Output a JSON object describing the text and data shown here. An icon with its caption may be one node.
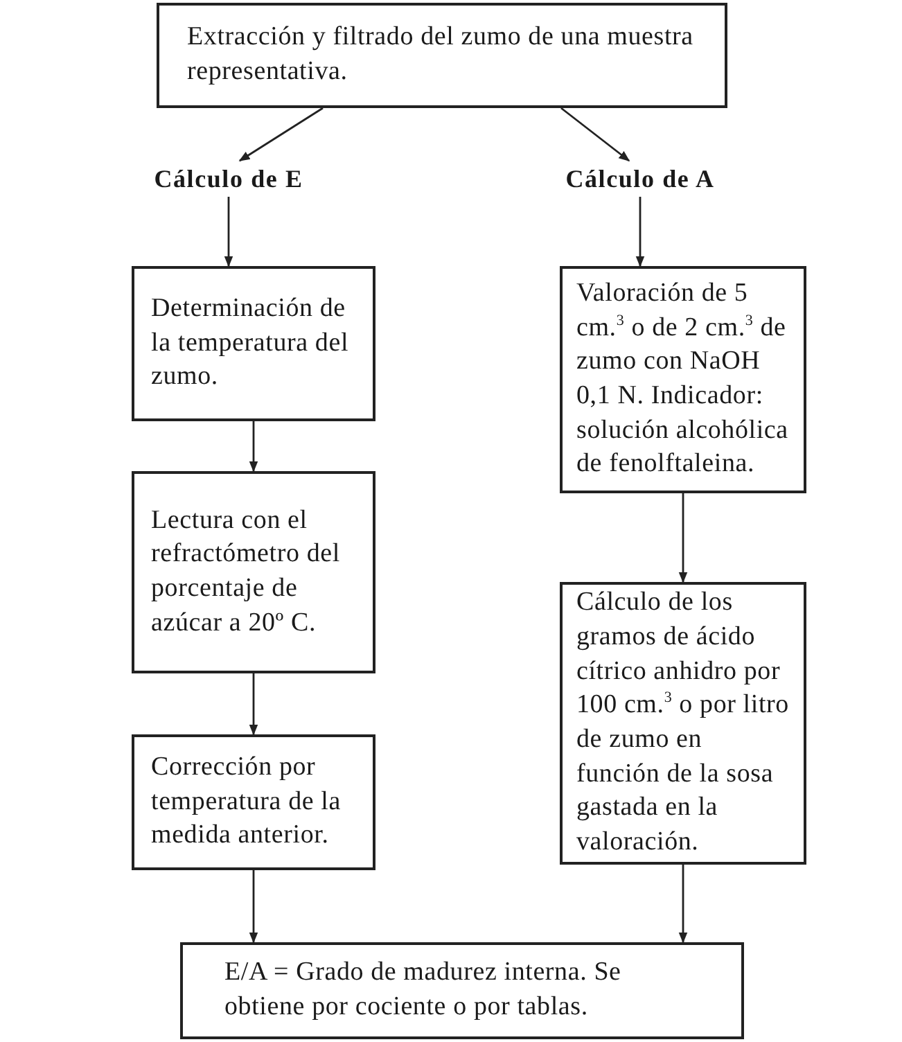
{
  "diagram": {
    "nodes": [
      {
        "text": [
          "Extracción y filtrado del zumo de una muestra representativa."
        ]
      },
      {
        "text": [
          "Cálculo de E"
        ]
      },
      {
        "text": [
          "Cálculo de A"
        ]
      },
      {
        "text": [
          "Determinación de la temperatura del zumo."
        ]
      },
      {
        "text": [
          "Lectura con el refractómetro del porcentaje de azúcar a 20º C."
        ]
      },
      {
        "text": [
          "Corrección por temperatura de la medida anterior."
        ]
      },
      {
        "text": [
          "Valoración de 5 cm.$^{3}$ o de 2 cm.$^{3}$ de zumo con NaOH 0,1 N. Indicador: solución alcohólica de fenolftaleina."
        ]
      },
      {
        "text": [
          "Cálculo de los gramos de ácido cítrico anhidro por 100 cm.$^{3}$ o por litro de zumo en función de la sosa gastada en la valoración."
        ]
      },
      {
        "text": [
          "E/A = Grado de madurez interna. Se obtiene por cociente o por tablas."
        ]
      }
    ],
    "edges": [
      {
        "from": 0,
        "to": 1,
        "arrow": "to"
      },
      {
        "from": 0,
        "to": 2,
        "arrow": "to"
      },
      {
        "from": 1,
        "to": 3,
        "arrow": "to"
      },
      {
        "from": 3,
        "to": 4,
        "arrow": "to"
      },
      {
        "from": 4,
        "to": 5,
        "arrow": "to"
      },
      {
        "from": 5,
        "to": 8,
        "arrow": "to"
      },
      {
        "from": 2,
        "to": 6,
        "arrow": "to"
      },
      {
        "from": 6,
        "to": 7,
        "arrow": "to"
      },
      {
        "from": 7,
        "to": 8,
        "arrow": "to"
      }
    ]
  }
}
